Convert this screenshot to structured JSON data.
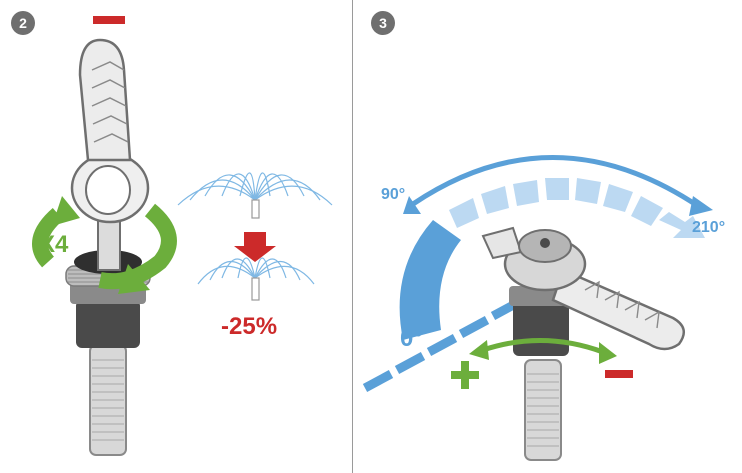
{
  "steps": [
    {
      "number": "2",
      "turns_label": "X4",
      "reduction_label": "-25%",
      "sign_icon": "minus-icon"
    },
    {
      "number": "3",
      "angle_start": "0°",
      "angle_mid": "90°",
      "angle_end": "210°",
      "plus_icon": "plus-icon",
      "minus_icon": "minus-icon"
    }
  ],
  "colors": {
    "badge": "#6f6f6f",
    "red": "#cc2a2a",
    "green": "#6cae3c",
    "blue": "#5aa0d8",
    "light_blue": "#bcd9f2"
  }
}
